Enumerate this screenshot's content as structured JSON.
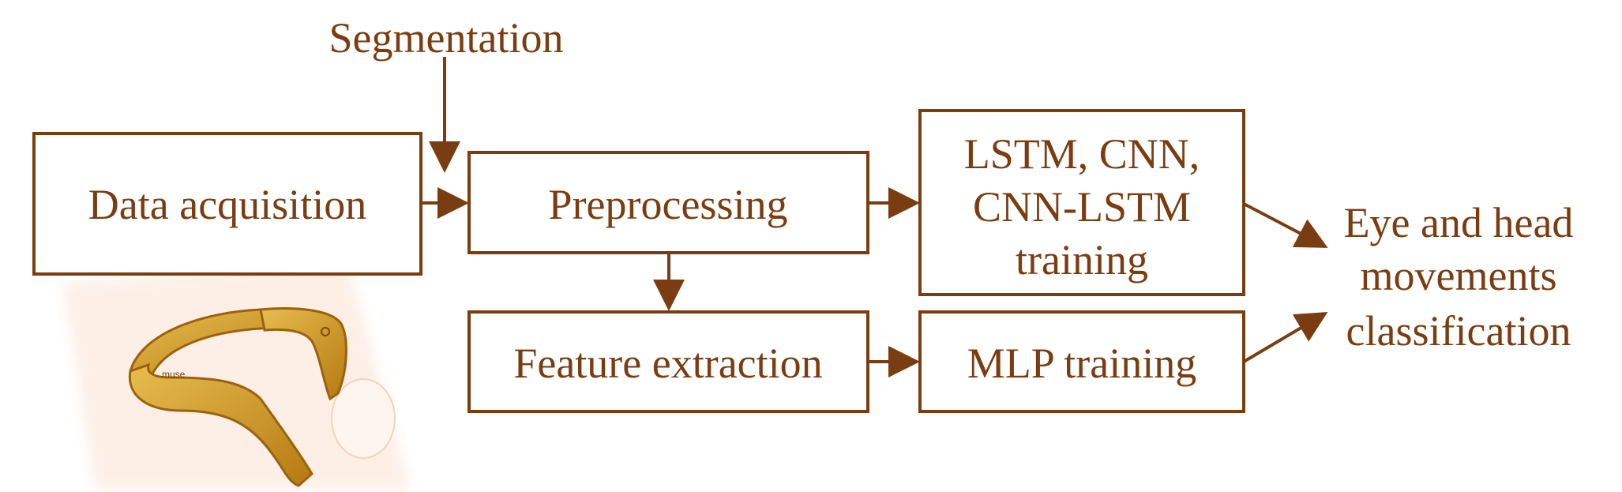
{
  "segmentation_label": "Segmentation",
  "nodes": {
    "data_acquisition": "Data acquisition",
    "preprocessing": "Preprocessing",
    "feature_extraction": "Feature extraction",
    "deep_training": [
      "LSTM, CNN,",
      "CNN-LSTM",
      "training"
    ],
    "mlp_training": "MLP training",
    "output": [
      "Eye and head",
      "movements",
      "classification"
    ]
  },
  "image": {
    "description": "headband-device-icon",
    "logo_text": "muse"
  },
  "colors": {
    "primary": "#7a3d12",
    "headband_dark": "#a86d10",
    "headband_light": "#e3b446",
    "glow": "#fbe6d6"
  }
}
